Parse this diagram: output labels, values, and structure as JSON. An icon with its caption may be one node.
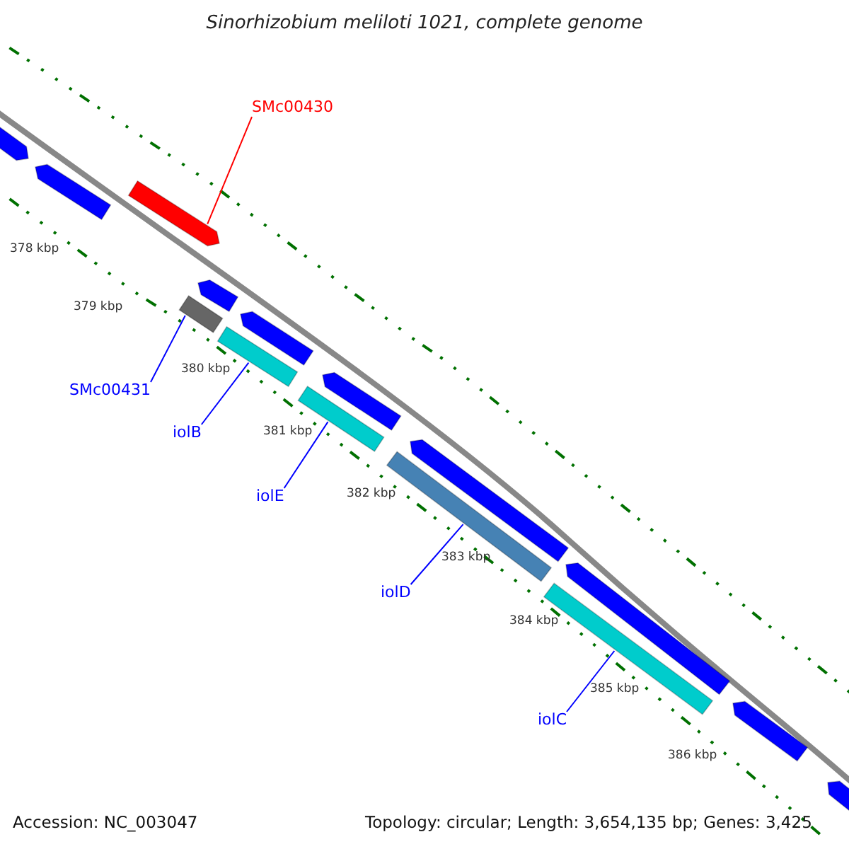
{
  "diagram": {
    "title": "Sinorhizobium meliloti 1021, complete genome",
    "nodes": [
      {
        "text": [
          "SMc00430"
        ]
      },
      {
        "text": [
          "SMc00431"
        ]
      },
      {
        "text": [
          "iolB"
        ]
      },
      {
        "text": [
          "iolE"
        ]
      },
      {
        "text": [
          "iolD"
        ]
      },
      {
        "text": [
          "iolC"
        ]
      },
      {
        "text": [],
        "shape": "bar"
      },
      {
        "text": [],
        "shape": "bar"
      },
      {
        "text": [],
        "shape": "bar"
      },
      {
        "text": [],
        "shape": "bar"
      },
      {
        "text": [],
        "shape": "bar"
      },
      {
        "text": [],
        "shape": "bar"
      }
    ],
    "edges": [
      {
        "from": 0,
        "to": 6,
        "arrow": "none",
        "color": "#ff0000"
      },
      {
        "from": 1,
        "to": 7,
        "arrow": "none"
      },
      {
        "from": 2,
        "to": 8,
        "arrow": "none"
      },
      {
        "from": 3,
        "to": 9,
        "arrow": "none"
      },
      {
        "from": 4,
        "to": 10,
        "arrow": "none"
      },
      {
        "from": 5,
        "to": 11,
        "arrow": "none"
      }
    ],
    "labels": [
      "378 kbp",
      "379 kbp",
      "380 kbp",
      "381 kbp",
      "382 kbp",
      "383 kbp",
      "384 kbp",
      "385 kbp",
      "386 kbp",
      "Accession: NC_003047",
      "Topology: circular; Length: 3,654,135 bp; Genes: 3,425"
    ]
  }
}
